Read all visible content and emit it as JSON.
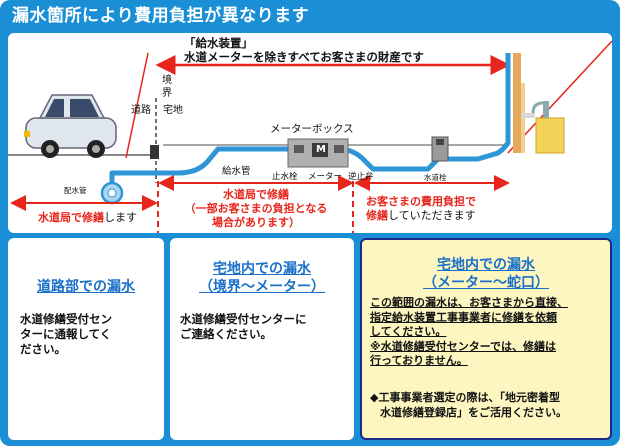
{
  "title": "漏水箇所により費用負担が異なります",
  "diagram": {
    "kyusui_bracket": "「給水装置」",
    "kyusui_desc": "水道メーターを除きすべてお客さまの財産です",
    "boundary_label": [
      "境",
      "界"
    ],
    "road_label": "道路",
    "residential_label": "宅地",
    "meter_box_label": "メーターボックス",
    "supply_pipe_label": "給水管",
    "stop_valve_label": "止水栓",
    "meter_label": "メーター",
    "check_valve_label": "逆止弁",
    "faucet_label": "水道栓",
    "distribution_pipe_label": "配水管",
    "meter_letter": "M",
    "city_repair": {
      "bold": "水道局で修繕",
      "rest": "します"
    },
    "city_repair_partial": [
      "水道局で修繕",
      "（一部お客さまの負担となる",
      "場合があります）"
    ],
    "customer_repair": {
      "line1": "お客さまの費用負担で",
      "line2_bold": "修繕",
      "line2_rest": "していただきます"
    },
    "colors": {
      "red": "#e8251c",
      "pipe": "#2e96d6",
      "wall": "#e6a85a"
    }
  },
  "panels": [
    {
      "title": [
        "道路部での漏水"
      ],
      "body": [
        "水道修繕受付セン",
        "ターに通報してく",
        "ださい。"
      ]
    },
    {
      "title": [
        "宅地内での漏水",
        "（境界～メーター）"
      ],
      "body": [
        "水道修繕受付センターに",
        "ご連絡ください。"
      ]
    },
    {
      "title": [
        "宅地内での漏水",
        "（メーター～蛇口）"
      ],
      "body": [
        "この範囲の漏水は、お客さまから直接、",
        "指定給水装置工事事業者に修繕を依頼",
        "してください。",
        "※水道修繕受付センターでは、修繕は",
        "行っておりません。"
      ],
      "note": [
        "◆工事事業者選定の際は、「地元密着型",
        "水道修繕登録店」をご活用ください。"
      ]
    }
  ]
}
